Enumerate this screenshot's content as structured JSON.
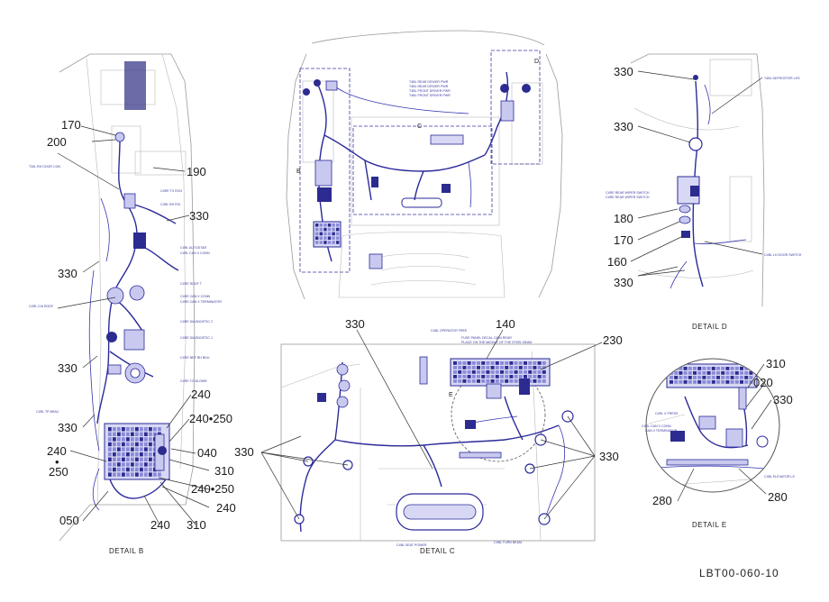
{
  "document": {
    "id": "LBT00-060-10"
  },
  "details": {
    "b": {
      "caption": "DETAIL  B",
      "callouts": [
        "170",
        "200",
        "190",
        "330",
        "330",
        "330",
        "240",
        "240•250",
        "240",
        "•",
        "250",
        "040",
        "310",
        "240•250",
        "050",
        "240",
        "310",
        "240",
        "330"
      ],
      "notes": [
        "T30L RH DOOR CON",
        "C4RE TX RCN",
        "C3RL RH R/S",
        "C4RL AUTOSTAR",
        "C4RL CAN X CONN",
        "C4RL C/A RODF",
        "C4RE RODF T",
        "C4RE CAN X CONN",
        "C4RE CAN X TERMINATOR",
        "C4RE DIAGNOSTIC 2",
        "C4RE DIAGNOSTIC 1",
        "C4RE NET RH BDU",
        "C4RE TO BLOWR",
        "C4RL TP BRAC"
      ]
    },
    "main": {
      "markers": [
        "B",
        "C",
        "D"
      ],
      "notes": [
        "T4BL REAR DRIVER PWR",
        "T4BL REAR DRIVER PWR",
        "T4BL FRONT DRIVER PWR",
        "T4BL FRONT DRIVER PWR"
      ]
    },
    "c": {
      "caption": "DETAIL  C",
      "marker": "E",
      "callouts": [
        "330",
        "140",
        "230",
        "330",
        "330"
      ],
      "notes": [
        "C4BL OPERATOR FREE",
        "FUSE PANEL DECAL C4B4 REAR",
        "PLACE ON THE MIDDLE OF THE STEEL BEAM",
        "C4BL SEAT POWER",
        "C4BL TURN BEAM"
      ]
    },
    "d": {
      "caption": "DETAIL  D",
      "marker": "D",
      "callouts": [
        "330",
        "330",
        "180",
        "170",
        "160",
        "330"
      ],
      "notes": [
        "T4BL DEFROSTER LHS",
        "C4RE REAR WIPER SWITCH",
        "C4RE REAR WIPER SWITCH",
        "C4BL LH DOOR SWITCH"
      ]
    },
    "e": {
      "caption": "DETAIL  E",
      "callouts": [
        "310",
        "020",
        "330",
        "280",
        "280"
      ],
      "notes": [
        "C4RL X FRESS",
        "C4RL CAN X CONN",
        "CAN X TERMINATOR",
        "C4BL ELEVATOR LS"
      ]
    }
  }
}
